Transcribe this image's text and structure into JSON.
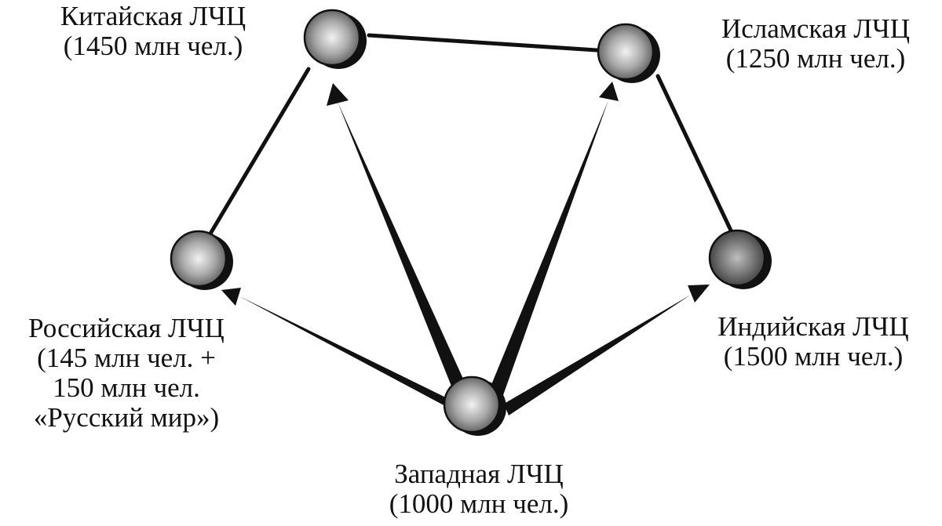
{
  "colors": {
    "ink": "#111111",
    "node_light": "#f2f2f2",
    "node_mid": "#a8a8a8",
    "node_dark": "#555555",
    "indian_node_center": "#bdbdbd",
    "indian_node_edge": "#3a3a3a"
  },
  "nodes": {
    "chinese": {
      "name": "Китайская ЛЧЦ",
      "population": "(1450 млн чел.)"
    },
    "islamic": {
      "name": "Исламская ЛЧЦ",
      "population": "(1250 млн чел.)"
    },
    "russian": {
      "name": "Российская ЛЧЦ",
      "population_line1": "(145 млн чел. +",
      "population_line2": "150 млн чел.",
      "population_line3": "«Русский мир»)"
    },
    "indian": {
      "name": "Индийская ЛЧЦ",
      "population": "(1500 млн чел.)"
    },
    "western": {
      "name": "Западная ЛЧЦ",
      "population": "(1000 млн чел.)"
    }
  },
  "connections": {
    "lines": [
      [
        "chinese",
        "islamic"
      ],
      [
        "chinese",
        "russian"
      ],
      [
        "islamic",
        "indian"
      ]
    ],
    "arrows": [
      [
        "western",
        "chinese"
      ],
      [
        "western",
        "islamic"
      ],
      [
        "western",
        "russian"
      ],
      [
        "western",
        "indian"
      ]
    ]
  }
}
